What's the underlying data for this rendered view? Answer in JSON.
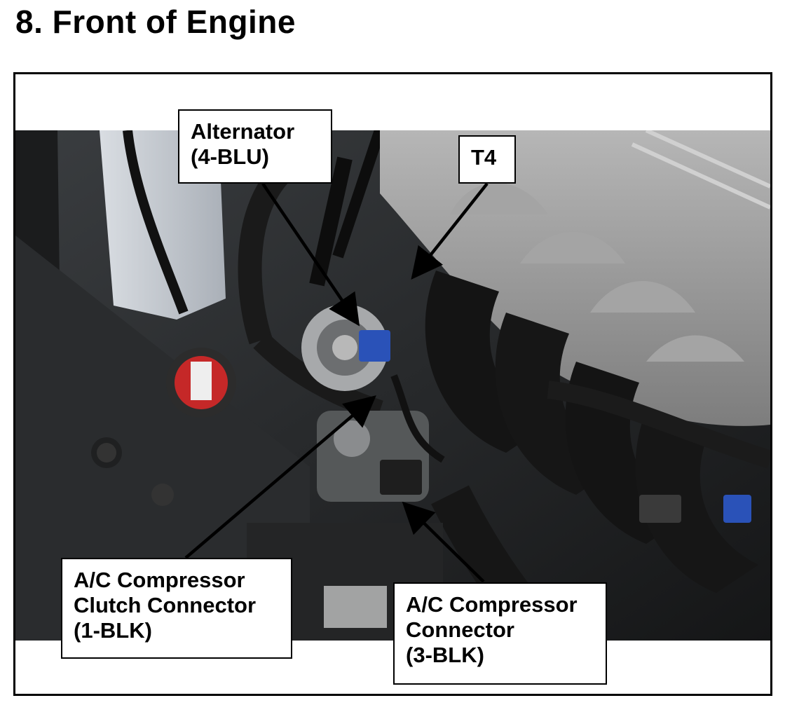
{
  "page": {
    "title": "8.  Front of Engine"
  },
  "callouts": {
    "alternator": {
      "line1": "Alternator",
      "line2": "(4-BLU)"
    },
    "t4": {
      "line1": "T4"
    },
    "ac_clutch": {
      "line1": "A/C Compressor",
      "line2": "Clutch Connector",
      "line3": "(1-BLK)"
    },
    "ac_compressor": {
      "line1": "A/C Compressor",
      "line2": "Connector",
      "line3": "(3-BLK)"
    }
  },
  "colors": {
    "engine_cover": "#9c9c9c",
    "intake_manifold": "#141414",
    "connector_blue": "#2a52b8",
    "cap_red": "#c52828",
    "reservoir": "#c9ced4"
  }
}
